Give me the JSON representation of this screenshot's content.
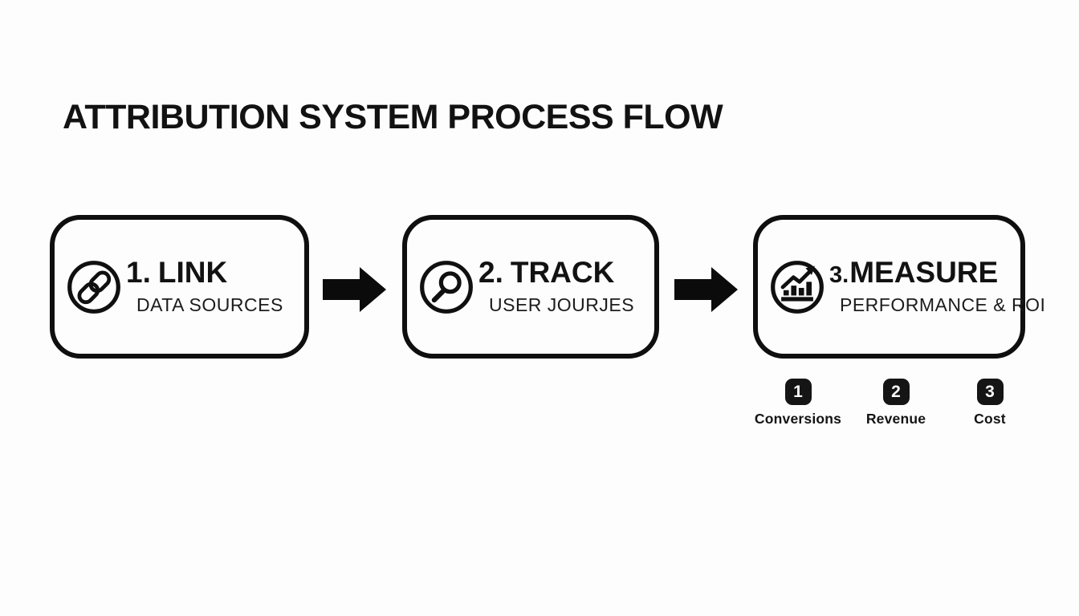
{
  "title": "ATTRIBUTION SYSTEM PROCESS FLOW",
  "steps": [
    {
      "number": "1.",
      "name": "LINK",
      "subtitle": "DATA SOURCES",
      "icon": "chain-link-icon"
    },
    {
      "number": "2.",
      "name": "TRACK",
      "subtitle": "USER JOURJES",
      "icon": "magnifying-glass-icon"
    },
    {
      "number": "3.",
      "name": "MEASURE",
      "subtitle": "PERFORMANCE & ROI",
      "icon": "bar-chart-icon"
    }
  ],
  "metrics": [
    {
      "number": "1",
      "label": "Conversions"
    },
    {
      "number": "2",
      "label": "Revenue"
    },
    {
      "number": "3",
      "label": "Cost"
    }
  ],
  "colors": {
    "ink": "#121212",
    "background": "#fdfdfd",
    "badge_background": "#151515",
    "badge_number": "#ffffff"
  }
}
